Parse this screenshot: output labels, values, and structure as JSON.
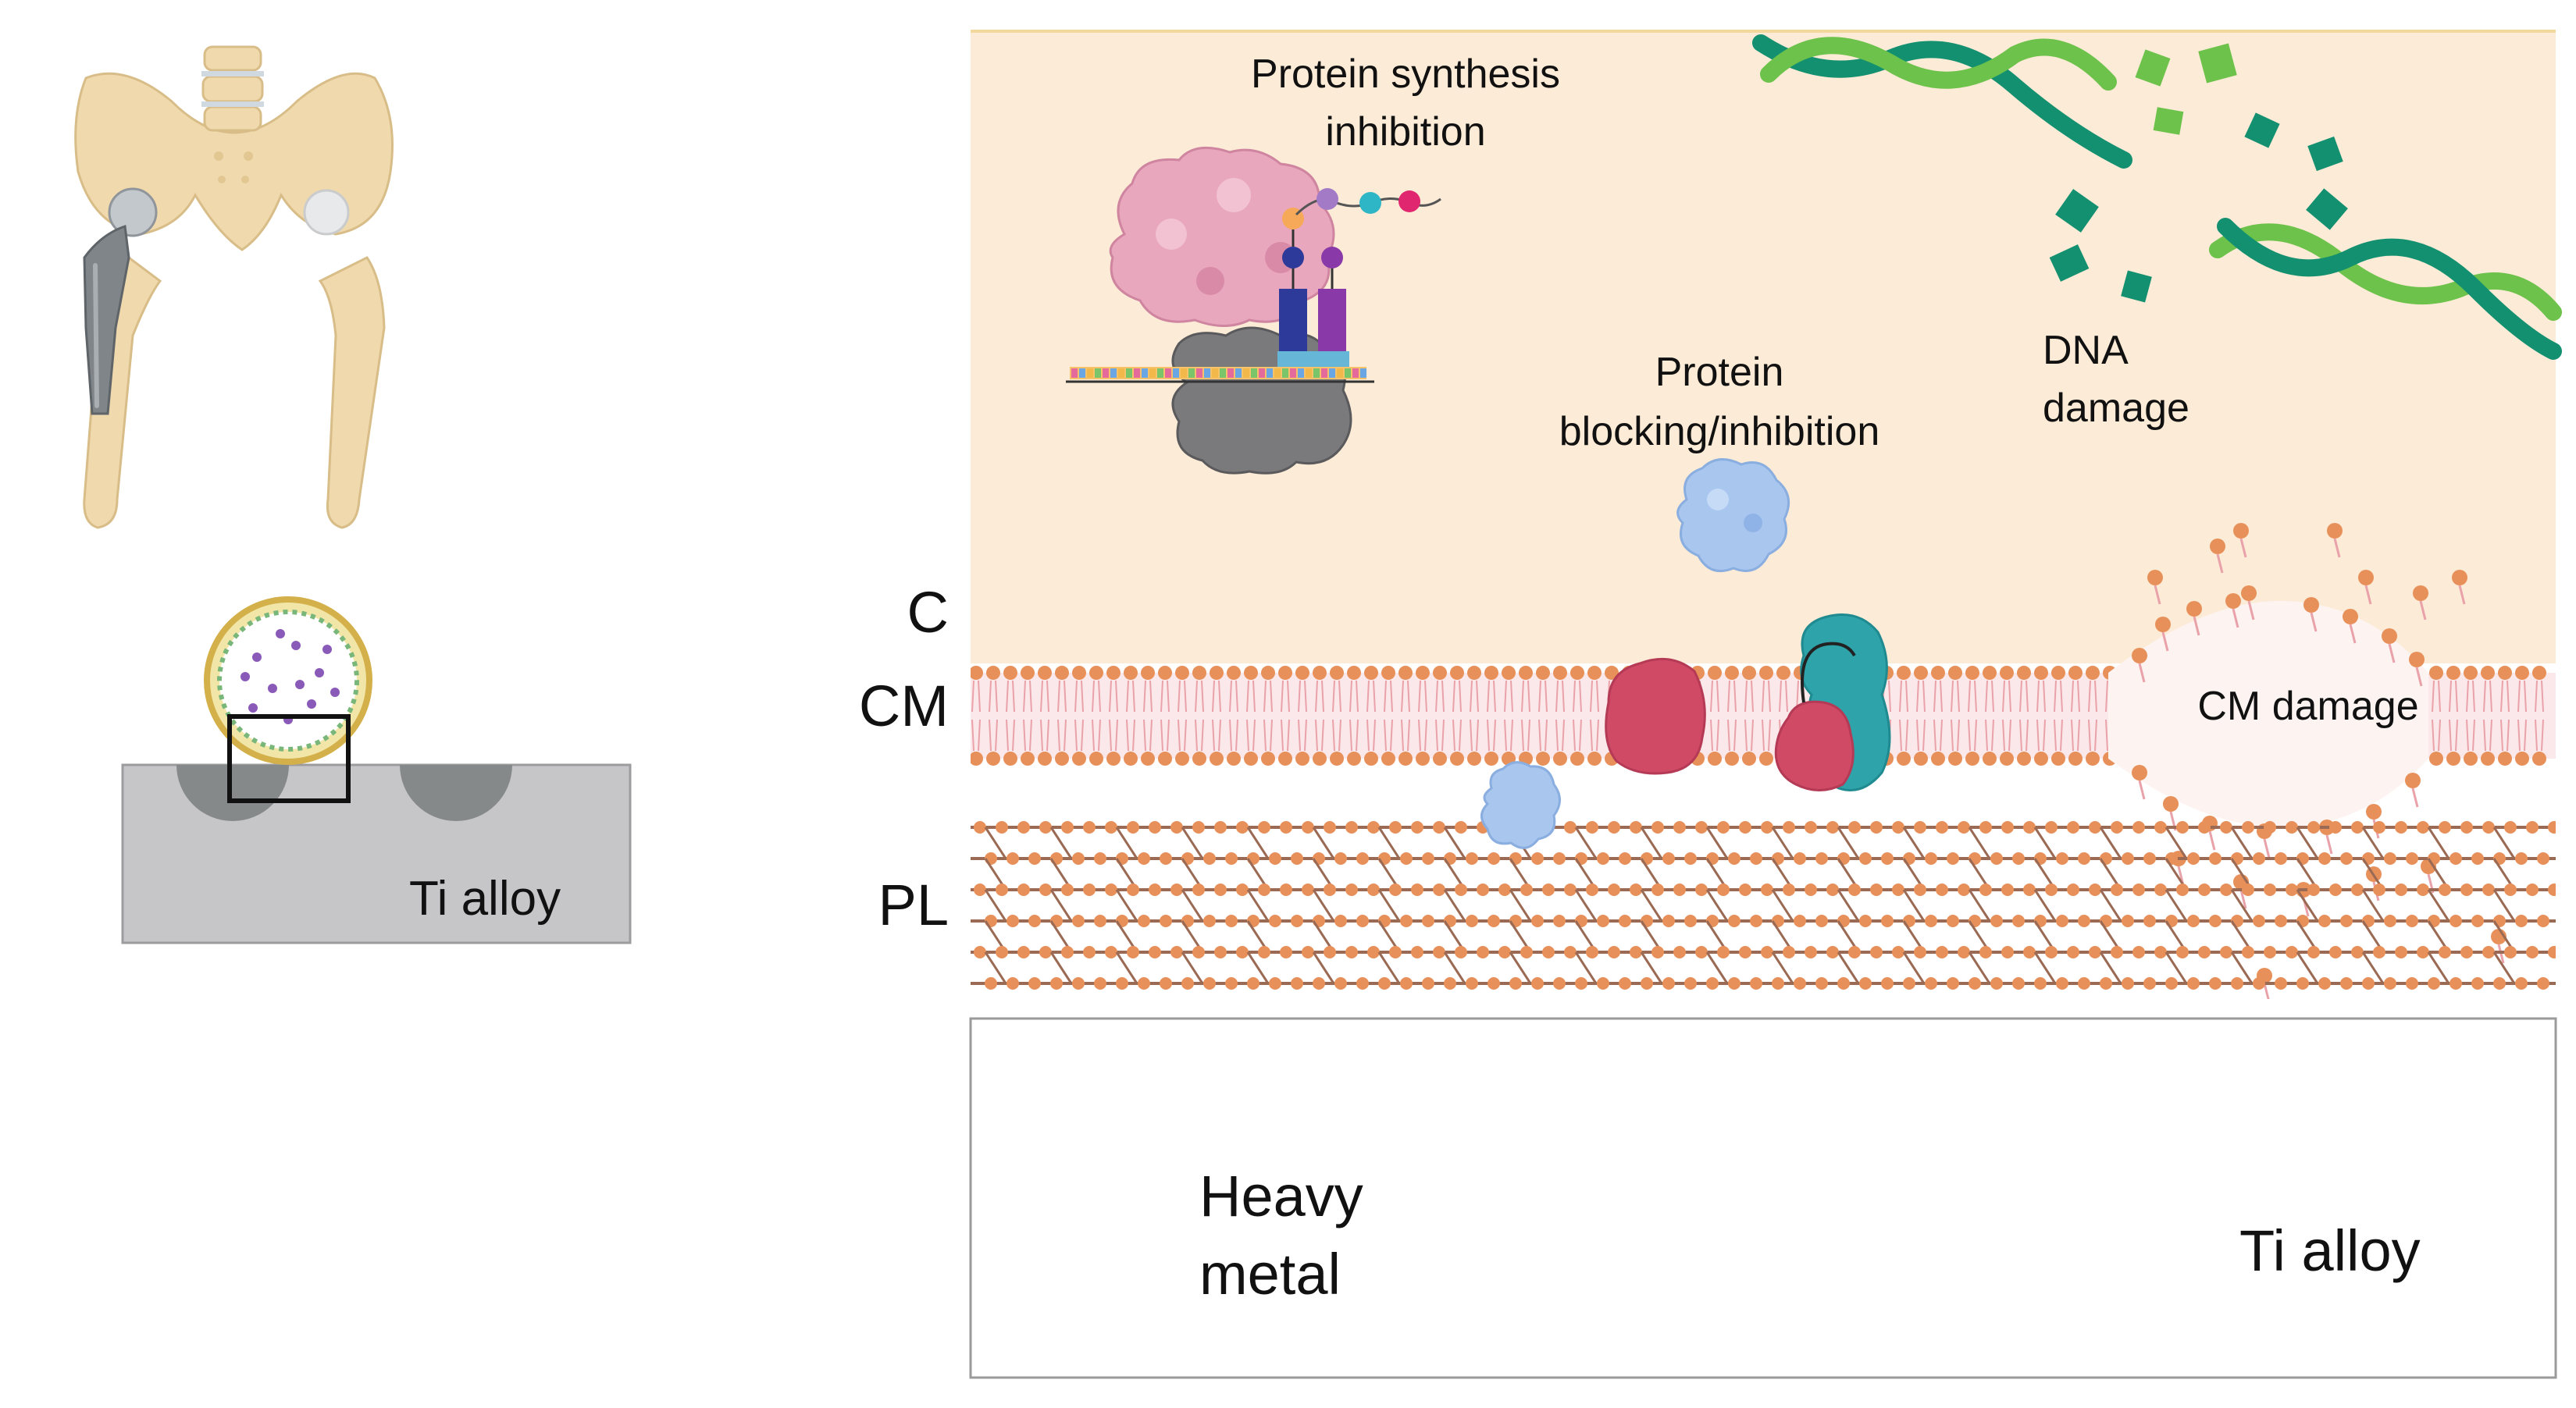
{
  "labels": {
    "protein_synthesis_line1": "Protein synthesis",
    "protein_synthesis_line2": "inhibition",
    "protein_blocking_line1": "Protein",
    "protein_blocking_line2": "blocking/inhibition",
    "dna_damage_line1": "DNA",
    "dna_damage_line2": "damage",
    "cm_damage": "CM damage",
    "layer_c": "C",
    "layer_cm": "CM",
    "layer_pl": "PL",
    "heavy_metal_line1": "Heavy",
    "heavy_metal_line2": "metal",
    "ti_alloy_main": "Ti alloy",
    "ti_alloy_inset": "Ti alloy"
  },
  "icons": {
    "hip": "hip-implant-icon",
    "bacterium": "bacterium-icon",
    "ribosome": "ribosome-icon",
    "protein": "protein-icon",
    "dna": "dna-helix-icon"
  },
  "colors": {
    "cytoplasm": "#fcebd6",
    "membrane_head": "#e8905a",
    "peptidoglycan_link": "#9a6a54",
    "membrane_protein_red": "#d04a66",
    "membrane_protein_teal": "#2fa3aa",
    "heavy_metal": "#808486",
    "ti_alloy": "#bcbcbf",
    "dna_light": "#6cc24a",
    "dna_dark": "#139070",
    "bone": "#efd9ad"
  }
}
